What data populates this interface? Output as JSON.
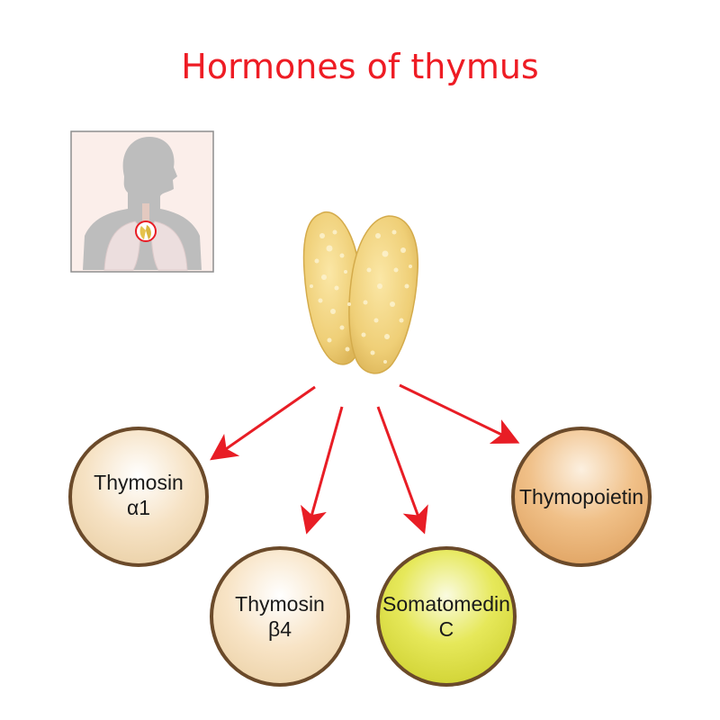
{
  "title": "Hormones of thymus",
  "colors": {
    "title": "#ee1c24",
    "arrow": "#e81d25",
    "thymus_fill": "#f2d27a",
    "inset_background": "#fbeeea",
    "body_silhouette": "#bdbdbd"
  },
  "icons": {
    "inset": "human-upper-body-with-thymus-icon",
    "organ": "thymus-gland-icon"
  },
  "hormones": [
    {
      "label": "Thymosin\nα1",
      "color": "#f6e2c4"
    },
    {
      "label": "Thymosin\nβ4",
      "color": "#f8e4c6"
    },
    {
      "label": "Somatomedin\nC",
      "color": "#e6e85a"
    },
    {
      "label": "Thymopoietin",
      "color": "#f0c088"
    }
  ]
}
